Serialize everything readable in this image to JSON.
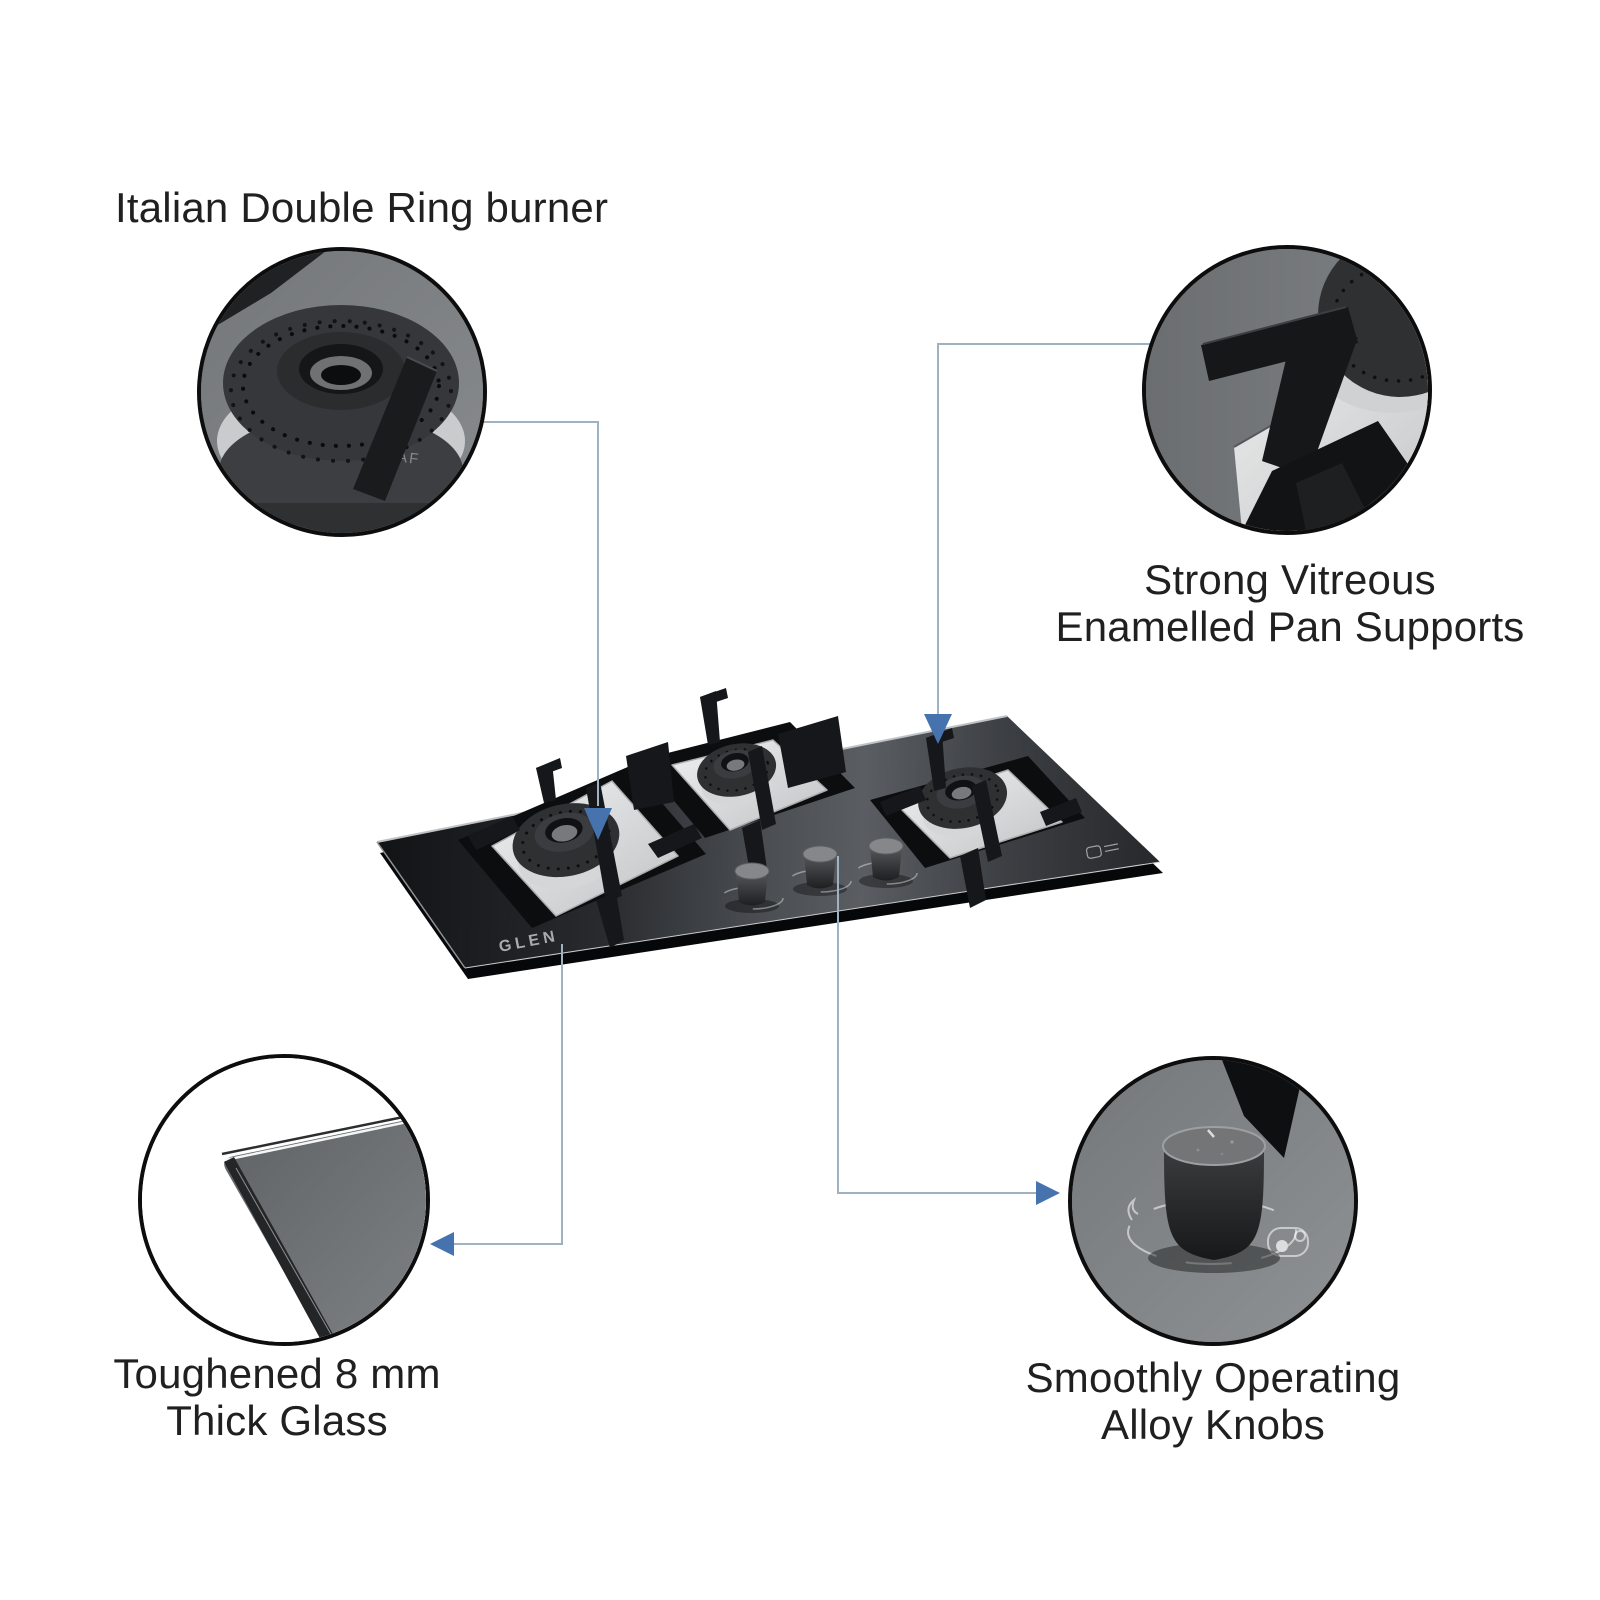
{
  "page": {
    "background": "#ffffff"
  },
  "callouts": {
    "double_ring_burner": {
      "label": "Italian Double Ring burner"
    },
    "pan_supports": {
      "line1": "Strong Vitreous",
      "line2": "Enamelled Pan Supports"
    },
    "thick_glass": {
      "line1": "Toughened 8 mm",
      "line2": "Thick Glass"
    },
    "alloy_knobs": {
      "line1": "Smoothly Operating",
      "line2": "Alloy Knobs"
    }
  },
  "product": {
    "brand": "GLEN",
    "burner_engraving": "SABAF"
  },
  "colors": {
    "connector_line": "#9eb2c2",
    "arrow": "#4673ad",
    "text": "#202020",
    "circle_border": "#0d0d0d",
    "glass_dark": "#1a1c1e",
    "steel": "#d9dadb"
  }
}
